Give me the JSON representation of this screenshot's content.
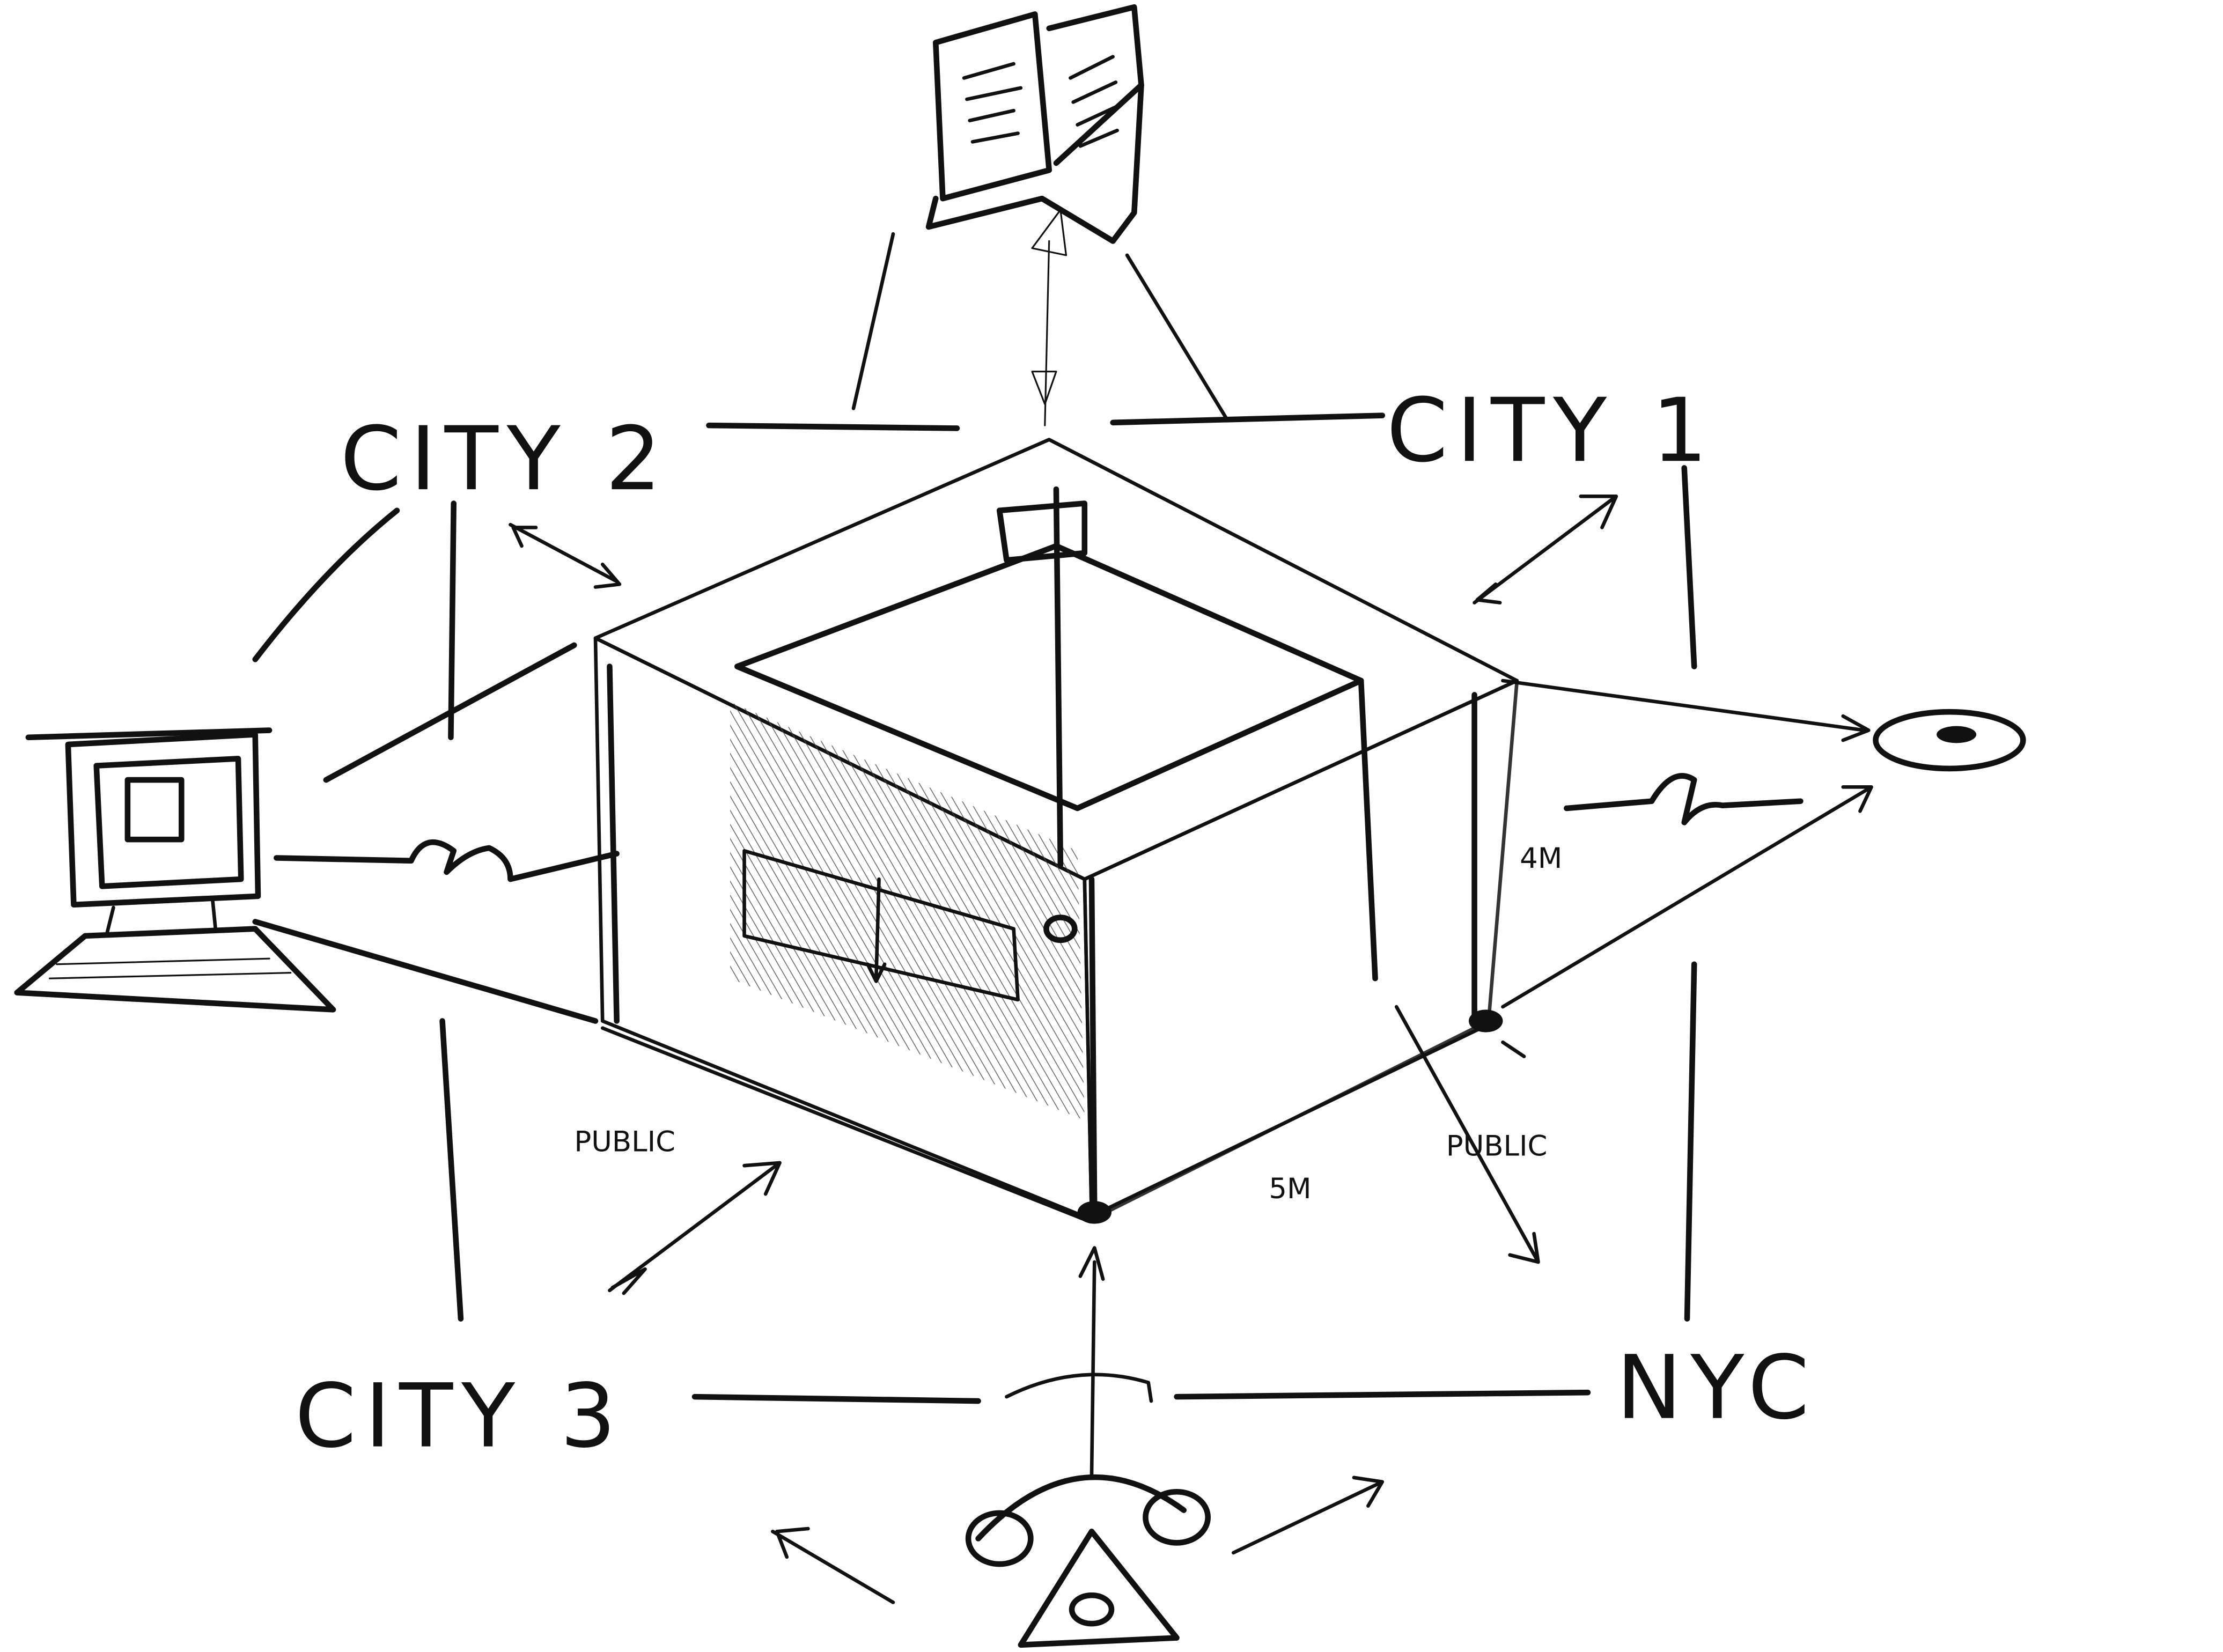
{
  "diagram": {
    "nodes": {
      "city2": "CITY 2",
      "city1": "CITY 1",
      "city3": "CITY 3",
      "nyc": "NYC"
    },
    "annotations": {
      "public_left": "PUBLIC",
      "public_right": "PUBLIC",
      "height": "4M",
      "width": "5M"
    },
    "icons": [
      "book-icon",
      "computer-icon",
      "disc-icon",
      "telephone-icon"
    ],
    "ink_color": "#111111",
    "paper_color": "#ffffff"
  }
}
